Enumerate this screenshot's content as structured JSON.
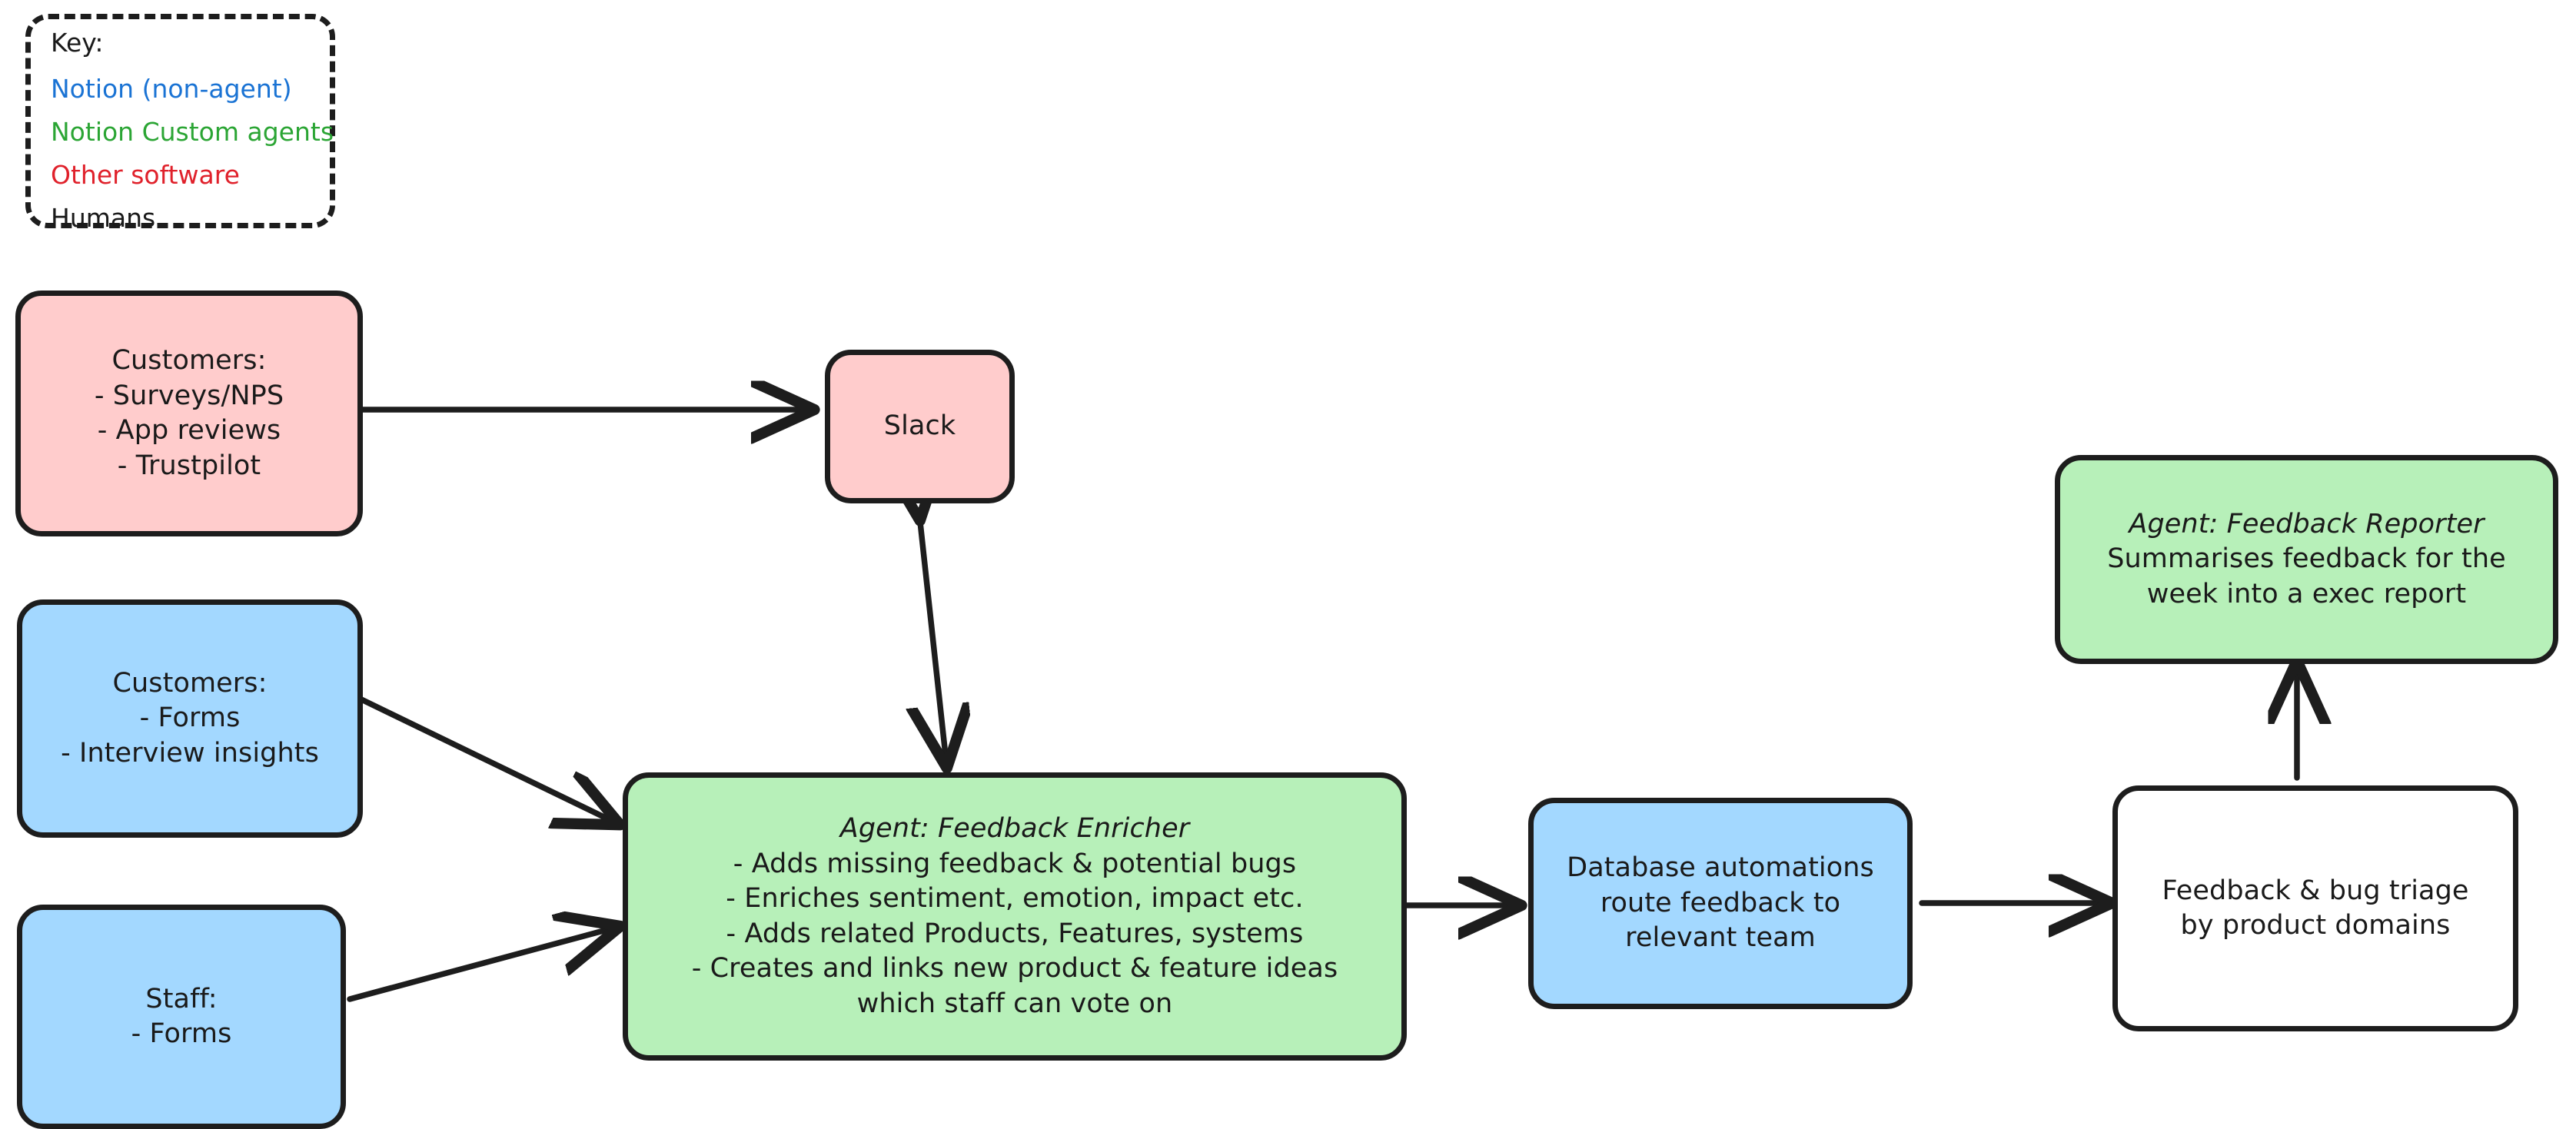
{
  "legend": {
    "title": "Key:",
    "items": [
      {
        "label": "Notion (non-agent)",
        "color": "#1a73d4"
      },
      {
        "label": "Notion Custom agents",
        "color": "#2ba534"
      },
      {
        "label": "Other software",
        "color": "#e0212b"
      },
      {
        "label": "Humans",
        "color": "#1a1a1a"
      }
    ]
  },
  "palette": {
    "pink_fill": "#FFCCCC",
    "blue_fill": "#A3D8FF",
    "green_fill": "#B7F0B9",
    "white_fill": "#FFFFFF",
    "stroke": "#1d1d1d"
  },
  "nodes": {
    "customers_sources": {
      "lines": [
        "Customers:",
        "- Surveys/NPS",
        "- App reviews",
        "- Trustpilot"
      ],
      "fill": "#FFCCCC"
    },
    "slack": {
      "lines": [
        "Slack"
      ],
      "fill": "#FFCCCC"
    },
    "customers_forms": {
      "lines": [
        "Customers:",
        "- Forms",
        "- Interview insights"
      ],
      "fill": "#A3D8FF"
    },
    "staff_forms": {
      "lines": [
        "Staff:",
        "- Forms"
      ],
      "fill": "#A3D8FF"
    },
    "feedback_enricher": {
      "title": "Agent: Feedback Enricher",
      "lines": [
        "- Adds missing feedback & potential bugs",
        "- Enriches sentiment, emotion, impact etc.",
        "- Adds related Products, Features, systems",
        "- Creates and links new product & feature ideas",
        "which staff can vote on"
      ],
      "fill": "#B7F0B9"
    },
    "database_automations": {
      "lines": [
        "Database automations",
        "route feedback to",
        "relevant team"
      ],
      "fill": "#A3D8FF"
    },
    "triage": {
      "lines": [
        "Feedback & bug triage",
        "by product domains"
      ],
      "fill": "#FFFFFF"
    },
    "feedback_reporter": {
      "title": "Agent: Feedback Reporter",
      "lines": [
        "Summarises feedback for the",
        "week into a exec report"
      ],
      "fill": "#B7F0B9"
    }
  },
  "edges": [
    {
      "from": "customers_sources",
      "to": "slack",
      "direction": "one-way"
    },
    {
      "from": "slack",
      "to": "feedback_enricher",
      "direction": "two-way"
    },
    {
      "from": "customers_forms",
      "to": "feedback_enricher",
      "direction": "one-way"
    },
    {
      "from": "staff_forms",
      "to": "feedback_enricher",
      "direction": "one-way"
    },
    {
      "from": "feedback_enricher",
      "to": "database_automations",
      "direction": "one-way"
    },
    {
      "from": "database_automations",
      "to": "triage",
      "direction": "one-way"
    },
    {
      "from": "triage",
      "to": "feedback_reporter",
      "direction": "one-way"
    }
  ]
}
